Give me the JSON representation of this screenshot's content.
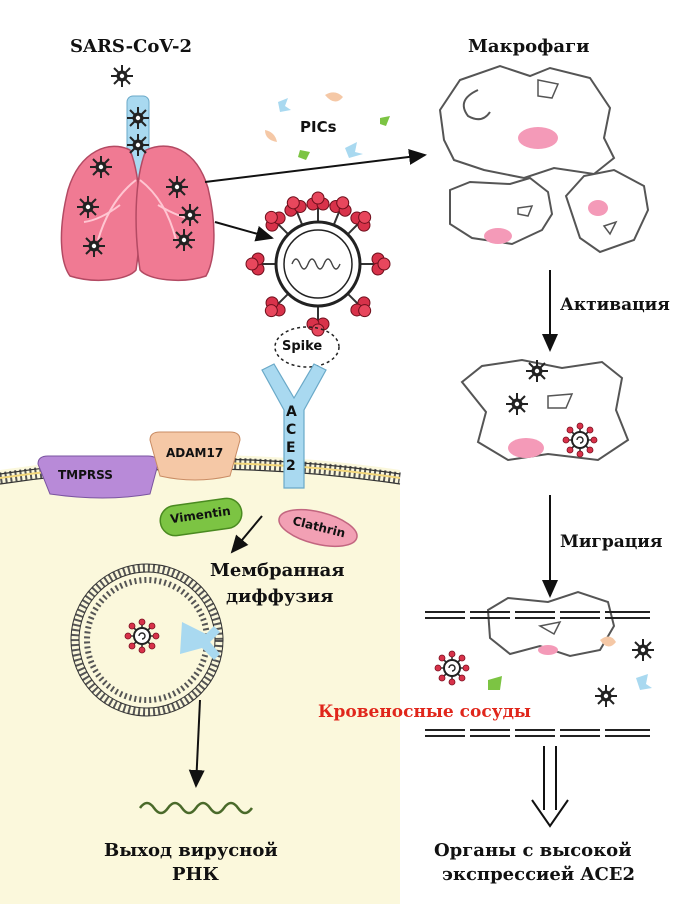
{
  "labels": {
    "virus": "SARS-CoV-2",
    "macrophages": "Макрофаги",
    "pics": "PICs",
    "spike": "Spike",
    "ace2_letters": [
      "A",
      "C",
      "E",
      "2"
    ],
    "tmprss": "TMPRSS",
    "adam17": "ADAM17",
    "vimentin": "Vimentin",
    "clathrin": "Clathrin",
    "membrane_line1": "Мембранная",
    "membrane_line2": "диффузия",
    "activation": "Активация",
    "migration": "Миграция",
    "blood_vessels": "Кровеносные сосуды",
    "rna_line1": "Выход вирусной",
    "rna_line2": "РНК",
    "organs_line1": "Органы с высокой",
    "organs_line2": "экспрессией ACE2"
  },
  "colors": {
    "lung": "#f07a93",
    "cytoplasm": "#fbf8dc",
    "virus_spike": "#d8324a",
    "ace2": "#a9d9f0",
    "tmprss": "#b88ad8",
    "adam17": "#f5c8a6",
    "vimentin": "#7cc443",
    "clathrin": "#f2a0b4",
    "blood_vessels_text": "#e0261b"
  },
  "icons": [
    "virus-icon",
    "lung-icon",
    "macrophage-icon",
    "rna-strand-icon",
    "vesicle-icon"
  ]
}
